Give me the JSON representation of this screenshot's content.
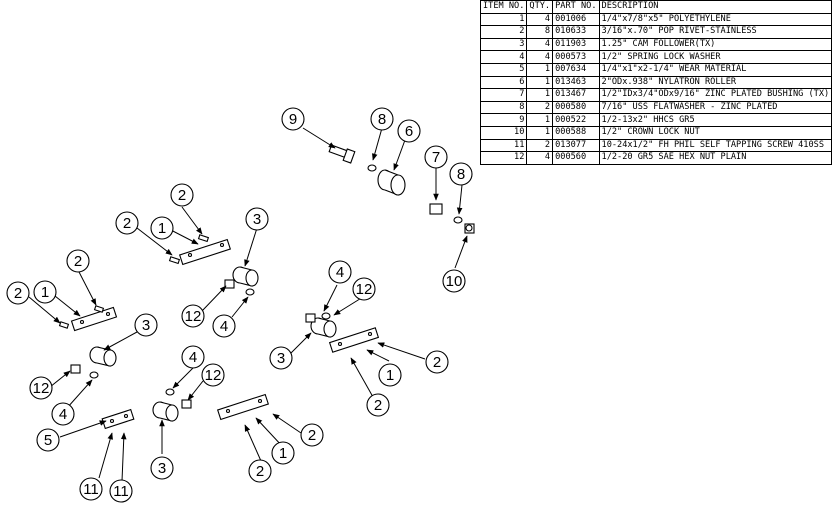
{
  "bom": {
    "headers": {
      "item": "ITEM NO.",
      "qty": "QTY.",
      "part": "PART NO.",
      "desc": "DESCRIPTION"
    },
    "rows": [
      {
        "item": "1",
        "qty": "4",
        "part": "001006",
        "desc": "1/4\"x7/8\"x5\" POLYETHYLENE"
      },
      {
        "item": "2",
        "qty": "8",
        "part": "010633",
        "desc": "3/16\"x.70\" POP RIVET-STAINLESS"
      },
      {
        "item": "3",
        "qty": "4",
        "part": "011903",
        "desc": "1.25\" CAM FOLLOWER(TX)"
      },
      {
        "item": "4",
        "qty": "4",
        "part": "000573",
        "desc": "1/2\" SPRING LOCK WASHER"
      },
      {
        "item": "5",
        "qty": "1",
        "part": "007634",
        "desc": "1/4\"x1\"x2-1/4\" WEAR MATERIAL"
      },
      {
        "item": "6",
        "qty": "1",
        "part": "013463",
        "desc": "2\"ODx.938\" NYLATRON ROLLER"
      },
      {
        "item": "7",
        "qty": "1",
        "part": "013467",
        "desc": "1/2\"IDx3/4\"ODx9/16\" ZINC PLATED BUSHING (TX)"
      },
      {
        "item": "8",
        "qty": "2",
        "part": "000580",
        "desc": "7/16\" USS FLATWASHER - ZINC PLATED"
      },
      {
        "item": "9",
        "qty": "1",
        "part": "000522",
        "desc": "1/2-13x2\"  HHCS GR5"
      },
      {
        "item": "10",
        "qty": "1",
        "part": "000588",
        "desc": "1/2\" CROWN LOCK NUT"
      },
      {
        "item": "11",
        "qty": "2",
        "part": "013077",
        "desc": "10-24x1/2\" FH PHIL SELF TAPPING SCREW 410SS"
      },
      {
        "item": "12",
        "qty": "4",
        "part": "000560",
        "desc": "1/2-20 GR5 SAE HEX NUT PLAIN"
      }
    ]
  },
  "balloons": [
    "9",
    "8",
    "6",
    "7",
    "8",
    "10",
    "2",
    "2",
    "1",
    "3",
    "12",
    "4",
    "2",
    "2",
    "1",
    "3",
    "12",
    "4",
    "5",
    "11",
    "11",
    "4",
    "12",
    "3",
    "4",
    "12",
    "3",
    "2",
    "1",
    "2",
    "2",
    "1",
    "2"
  ]
}
